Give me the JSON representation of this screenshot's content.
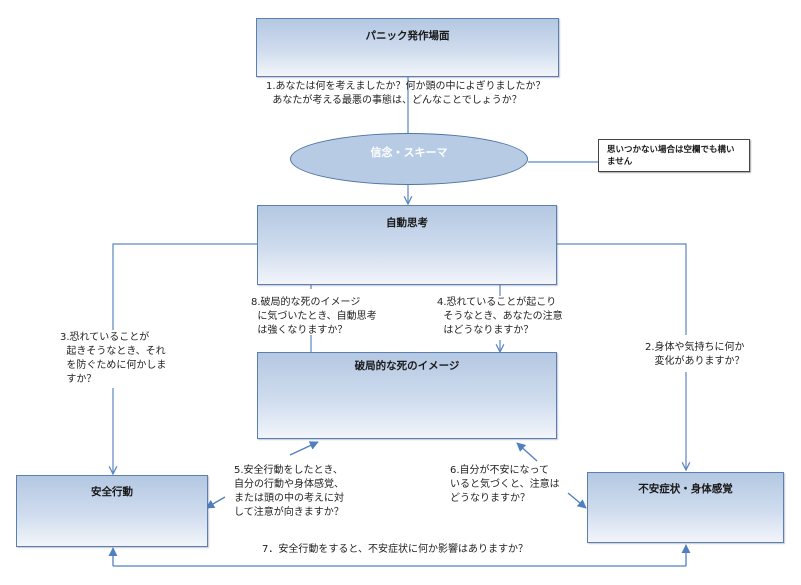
{
  "colors": {
    "line": "#5b86c0",
    "box_border": "#5b7fae",
    "box_top": "#b4c8e2",
    "box_bottom": "#f2f5fa",
    "ellipse_fill": "#b7cbe5"
  },
  "nodes": {
    "panic_scene": "パニック発作場面",
    "belief_schema": "信念・スキーマ",
    "automatic_thoughts": "自動思考",
    "catastrophic_image": "破局的な死のイメージ",
    "safety_behavior": "安全行動",
    "anxiety_symptoms": "不安症状・身体感覚"
  },
  "note": "思いつかない場合は空欄でも構いません",
  "questions": {
    "q1": "1.あなたは何を考えましたか？何か頭の中によぎりましたか？\n  あなたが考える最悪の事態は、どんなことでしょうか？",
    "q2": "2.身体や気持ちに何か\n   変化がありますか？",
    "q3": "3.恐れていることが\n  起きそうなとき、それ\n  を防ぐために何かしま\n  すか？",
    "q4": "4.恐れていることが起こり\n  そうなとき、あなたの注意\n  はどうなりますか？",
    "q5": "5.安全行動をしたとき、\n自分の行動や身体感覚、\nまたは頭の中の考えに対\nして注意が向きますか？",
    "q6": "6.自分が不安になって\nいると気づくと、注意は\nどうなりますか？",
    "q7": "7．安全行動をすると、不安症状に何か影響はありますか？",
    "q8": "8.破局的な死のイメージ\n  に気づいたとき、自動思考\n  は強くなりますか？"
  }
}
